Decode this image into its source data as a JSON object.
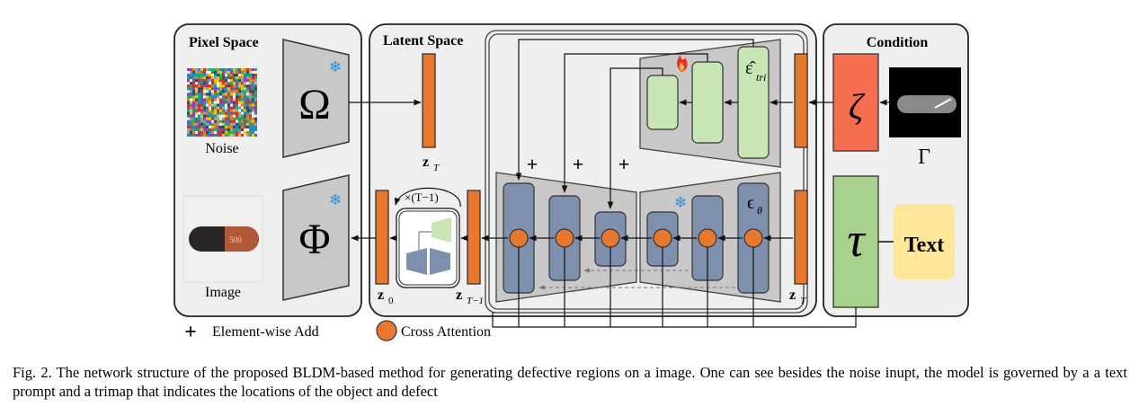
{
  "panels": {
    "pixel_space": "Pixel Space",
    "latent_space": "Latent Space",
    "condition": "Condition"
  },
  "encoders": {
    "omega": "Ω",
    "phi": "Φ",
    "zeta": "ζ",
    "tau": "τ"
  },
  "images": {
    "noise_label": "Noise",
    "image_label": "Image",
    "trimap_symbol": "Γ",
    "capsule_text": "500"
  },
  "latents": {
    "zT_top": "z",
    "zT_top_sub": "T",
    "z0": "z",
    "z0_sub": "0",
    "zT1": "z",
    "zT1_sub": "T−1",
    "zT_right": "z",
    "zT_right_sub": "T"
  },
  "loop_label": "×(T−1)",
  "epsilon_tri": "ε̂",
  "epsilon_tri_sub": "tri",
  "epsilon_theta": "ϵ",
  "epsilon_theta_sub": "θ",
  "text_box": "Text",
  "plus_signs": [
    "+",
    "+",
    "+"
  ],
  "legend": {
    "add_symbol": "+",
    "add_label": "Element-wise Add",
    "attention_label": "Cross Attention"
  },
  "colors": {
    "latent_orange": "#e8782e",
    "unet_blue": "#7f8fae",
    "trainable_green": "#c8e6b4",
    "encoder_gray": "#c8c8c8",
    "zeta_red": "#f56e4f",
    "tau_green": "#a9d18e",
    "text_yellow": "#ffe699",
    "panel_fill": "#efefef"
  },
  "caption": "Fig. 2.  The network structure of the proposed BLDM-based method for generating defective regions on a image. One can see besides the noise inupt, the model is governed by a a text prompt and a trimap that indicates the locations of the object and defect"
}
